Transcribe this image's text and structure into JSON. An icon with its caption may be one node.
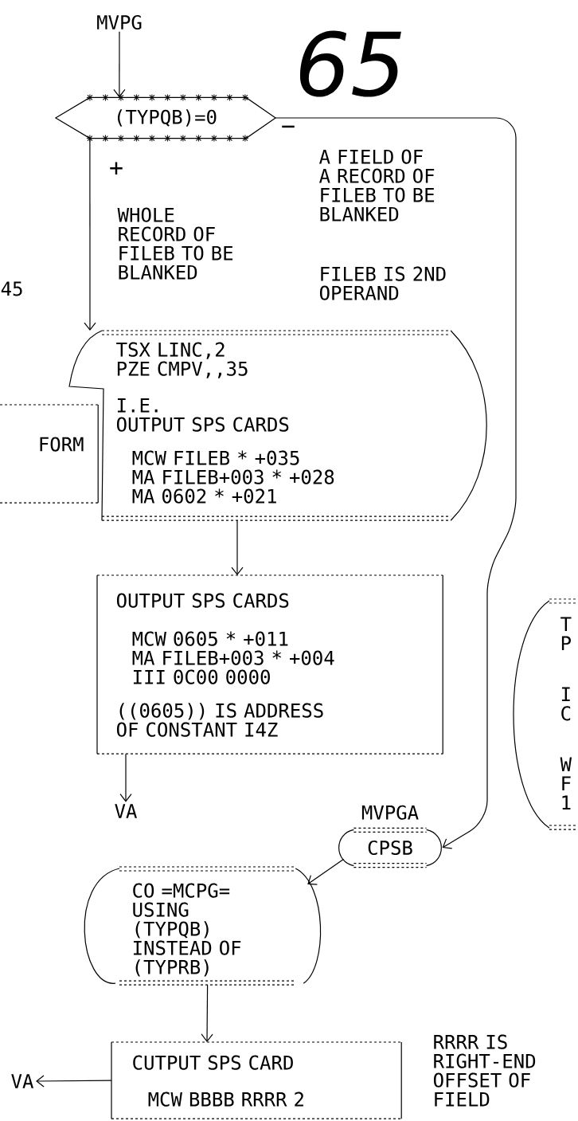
{
  "diagram": {
    "nodes": [
      {
        "text": [
          "MVPG"
        ]
      },
      {
        "text": [
          "(TYPQB)=0"
        ]
      },
      {
        "text": [
          "TSX LINC,2",
          "PZE CMPV,,35",
          "I.E.",
          "OUTPUT SPS CARDS",
          "MCW FILEB * +035",
          "MA FILEB+003 * +028",
          "MA 0602 * +021"
        ]
      },
      {
        "text": [
          "FORM"
        ]
      },
      {
        "text": [
          "OUTPUT SPS CARDS",
          "MCW 0605 * +011",
          "MA FILEB+003 * +004",
          "III 0C00 0000",
          "((0605)) IS ADDRESS OF CONSTANT I4Z"
        ]
      },
      {
        "text": [
          "VA"
        ]
      },
      {
        "text": [
          "MVPGA",
          "CPSB"
        ]
      },
      {
        "text": [
          "CO =MCPG= USING (TYPQB) INSTEAD OF (TYPRB)"
        ]
      },
      {
        "text": [
          "CUTPUT SPS CARD",
          "MCW BBBB RRRR 2"
        ]
      },
      {
        "text": [
          "VA"
        ]
      },
      {
        "text": [
          "T P",
          "I C",
          "W F 1"
        ]
      }
    ],
    "edges": [
      {
        "from": 0,
        "to": 1,
        "arrow": "to"
      },
      {
        "from": 1,
        "to": 2,
        "arrow": "to",
        "label": "+"
      },
      {
        "from": 1,
        "to": 6,
        "arrow": "to",
        "label": "−"
      },
      {
        "from": 2,
        "to": 4,
        "arrow": "to"
      },
      {
        "from": 4,
        "to": 5,
        "arrow": "to"
      },
      {
        "from": 6,
        "to": 7,
        "arrow": "to"
      },
      {
        "from": 7,
        "to": 8,
        "arrow": "to"
      },
      {
        "from": 8,
        "to": 9,
        "arrow": "to"
      }
    ],
    "labels": [
      "65",
      "A FIELD OF A RECORD OF FILEB TO BE BLANKED",
      "WHOLE RECORD OF FILEB TO BE BLANKED",
      "FILEB IS 2ND OPERAND",
      "45",
      "RRRR IS RIGHT-END OFFSET OF FIELD"
    ]
  }
}
